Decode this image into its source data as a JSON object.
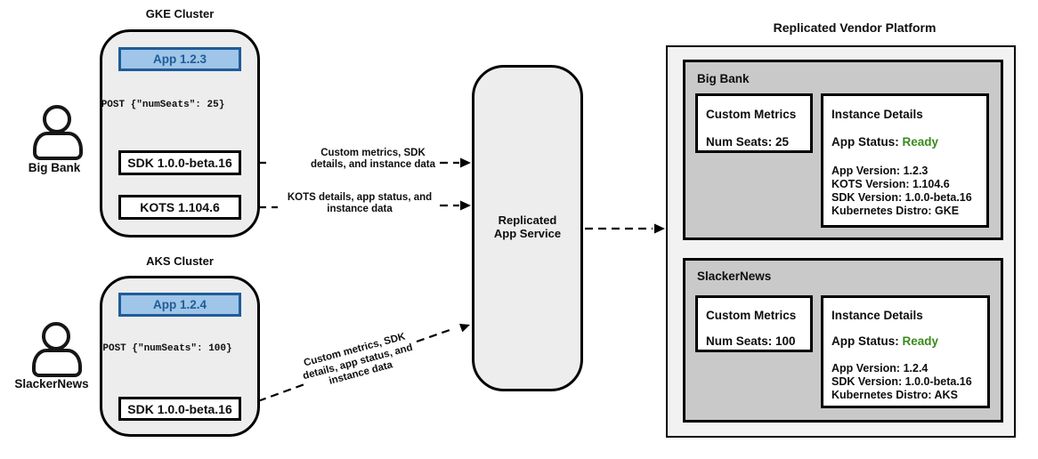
{
  "palette": {
    "cluster_fill": "#ededed",
    "platform_fill": "#f2f2f2",
    "panel_fill": "#c9c9c9",
    "app_fill": "#9fc5e8",
    "app_border": "#1f5c99",
    "app_text": "#1f5c99",
    "ready_green": "#3a8a1c",
    "line_color": "#000000"
  },
  "users": [
    {
      "label": "Big Bank"
    },
    {
      "label": "SlackerNews"
    }
  ],
  "clusters": [
    {
      "title": "GKE Cluster",
      "app": "App 1.2.3",
      "post": "POST {\"numSeats\": 25}",
      "sdk": "SDK 1.0.0-beta.16",
      "kots": "KOTS 1.104.6"
    },
    {
      "title": "AKS Cluster",
      "app": "App 1.2.4",
      "post": "POST {\"numSeats\": 100}",
      "sdk": "SDK 1.0.0-beta.16"
    }
  ],
  "flows": {
    "sdk_flow": {
      "lines": [
        "Custom metrics, SDK",
        "details, and instance data"
      ]
    },
    "kots_flow": {
      "lines": [
        "KOTS details, app status, and",
        "instance data"
      ]
    },
    "sn_flow": {
      "lines": [
        "Custom metrics, SDK",
        "details, app status, and",
        "instance data"
      ]
    }
  },
  "service": {
    "lines": [
      "Replicated",
      "App Service"
    ]
  },
  "platform": {
    "title": "Replicated Vendor Platform",
    "panels": [
      {
        "name": "Big Bank",
        "custom_metrics": {
          "title": "Custom Metrics",
          "value": "Num Seats: 25"
        },
        "instance_details": {
          "title": "Instance Details",
          "status_label": "App Status: ",
          "status_value": "Ready",
          "lines": [
            "App Version: 1.2.3",
            "KOTS Version: 1.104.6",
            "SDK Version: 1.0.0-beta.16",
            "Kubernetes Distro: GKE"
          ]
        }
      },
      {
        "name": "SlackerNews",
        "custom_metrics": {
          "title": "Custom Metrics",
          "value": "Num Seats: 100"
        },
        "instance_details": {
          "title": "Instance Details",
          "status_label": "App Status: ",
          "status_value": "Ready",
          "lines": [
            "App Version: 1.2.4",
            "SDK Version: 1.0.0-beta.16",
            "Kubernetes Distro: AKS"
          ]
        }
      }
    ]
  }
}
